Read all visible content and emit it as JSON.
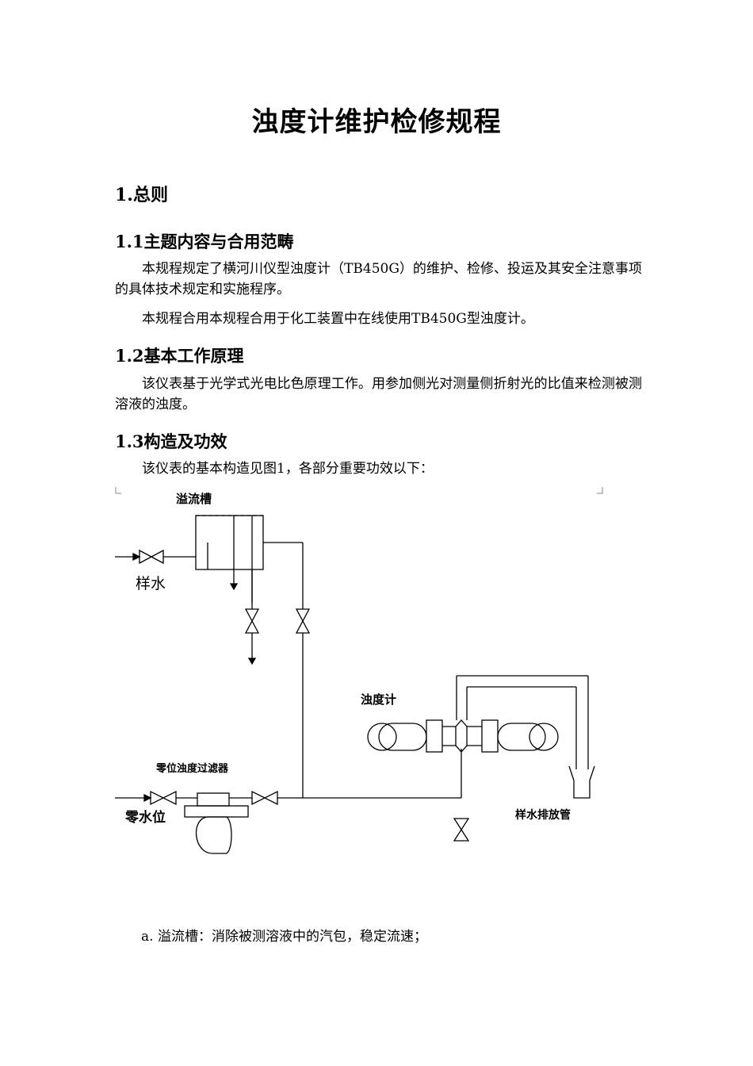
{
  "title": "浊度计维护检修规程",
  "sections": {
    "s1": "1.总则",
    "s1_1": "1.1主题内容与合用范畴",
    "s1_1_p1": "本规程规定了横河川仪型浊度计（TB450G）的维护、检修、投运及其安全注意事项的具体技术规定和实施程序。",
    "s1_1_p2": "本规程合用本规程合用于化工装置中在线使用TB450G型浊度计。",
    "s1_2": "1.2基本工作原理",
    "s1_2_p1": "该仪表基于光学式光电比色原理工作。用参加侧光对测量侧折射光的比值来检测被测溶液的浊度。",
    "s1_3": "1.3构造及功效",
    "s1_3_p1": "该仪表的基本构造见图1，各部分重要功效以下："
  },
  "diagram": {
    "overflow_tank": "溢流槽",
    "sample_water": "样水",
    "turbidimeter": "浊度计",
    "zero_filter": "零位浊度过滤器",
    "zero_water": "零水位",
    "drain_pipe": "样水排放管"
  },
  "list": {
    "item_a": "a.  溢流槽：消除被测溶液中的汽包，稳定流速；"
  }
}
